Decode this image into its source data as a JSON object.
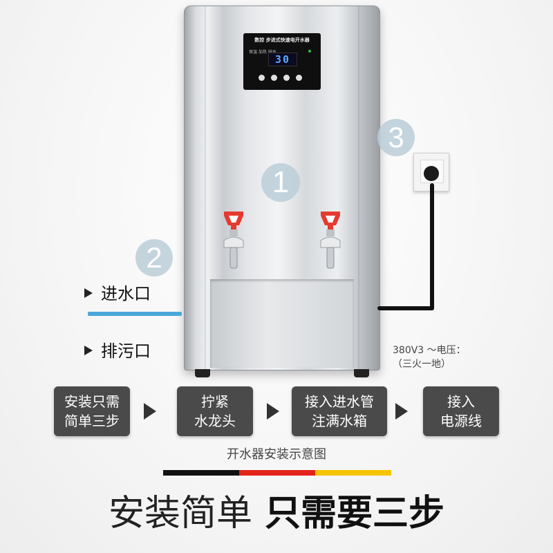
{
  "machine": {
    "panel_title": "数控 步进式快速电开水器",
    "panel_labels": "保温 加热 缺水",
    "display_value": "30"
  },
  "markers": {
    "one": "1",
    "two": "2",
    "three": "3"
  },
  "labels": {
    "water_inlet": "进水口",
    "drain_outlet": "排污口"
  },
  "voltage": {
    "line1": "380V3 ～电压：",
    "line2": "（三火一地）"
  },
  "steps": [
    {
      "line1": "安装只需",
      "line2": "简单三步"
    },
    {
      "line1": "拧紧",
      "line2": "水龙头"
    },
    {
      "line1": "接入进水管",
      "line2": "注满水箱"
    },
    {
      "line1": "接入",
      "line2": "电源线"
    }
  ],
  "caption": "开水器安装示意图",
  "colors": {
    "bar_black": "#111111",
    "bar_red": "#e3231a",
    "bar_yellow": "#f5c400",
    "pipe_blue": "#4aa7d8",
    "tap_red": "#e53a2f",
    "step_bg": "#4a4a4a"
  },
  "headline": {
    "light": "安装简单",
    "bold": "只需要三步"
  }
}
